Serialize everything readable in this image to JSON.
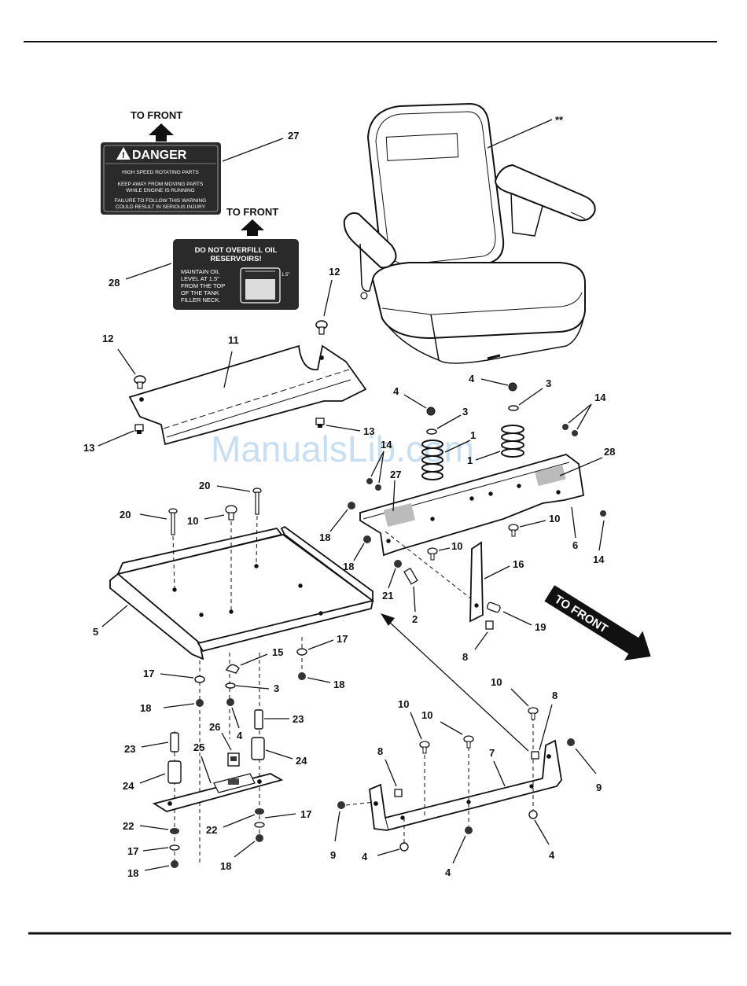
{
  "diagram": {
    "front_arrows": [
      "TO FRONT",
      "TO FRONT",
      "TO FRONT"
    ],
    "decal_danger": {
      "heading": "DANGER",
      "lines": [
        "HIGH SPEED ROTATING PARTS",
        "KEEP AWAY FROM MOVING PARTS",
        "WHILE ENGINE IS RUNNING",
        "FAILURE TO FOLLOW THIS WARNING",
        "COULD RESULT IN SERIOUS INJURY"
      ]
    },
    "decal_oil": {
      "heading_lines": [
        "DO NOT OVERFILL OIL",
        "RESERVOIRS!"
      ],
      "lines": [
        "MAINTAIN OIL",
        "LEVEL AT 1.5\"",
        "FROM THE TOP",
        "OF THE TANK",
        "FILLER NECK."
      ],
      "dimension": "1.5\""
    },
    "watermark": "ManualsLib.com",
    "callouts": {
      "seat": "**",
      "c27a": "27",
      "c28a": "28",
      "c12a": "12",
      "c12b": "12",
      "c11": "11",
      "c13a": "13",
      "c13b": "13",
      "c4a": "4",
      "c3a": "3",
      "c4b": "4",
      "c3b": "3",
      "c1a": "1",
      "c1b": "1",
      "c14a": "14",
      "c14b": "14",
      "c14c": "14",
      "c27b": "27",
      "c28b": "28",
      "c20a": "20",
      "c20b": "20",
      "c10a": "10",
      "c18a": "18",
      "c18b": "18",
      "c10b": "10",
      "c10c": "10",
      "c6": "6",
      "c21": "21",
      "c2": "2",
      "c16": "16",
      "c19": "19",
      "c8a": "8",
      "c5": "5",
      "c17a": "17",
      "c15": "15",
      "c17b": "17",
      "c3c": "3",
      "c18c": "18",
      "c18d": "18",
      "c23a": "23",
      "c26": "26",
      "c4c": "4",
      "c23b": "23",
      "c25": "25",
      "c24a": "24",
      "c24b": "24",
      "c10d": "10",
      "c8b": "8",
      "c10e": "10",
      "c10f": "10",
      "c8c": "8",
      "c7": "7",
      "c9a": "9",
      "c9b": "9",
      "c22a": "22",
      "c22b": "22",
      "c17c": "17",
      "c17d": "17",
      "c18e": "18",
      "c18f": "18",
      "c4d": "4",
      "c4e": "4",
      "c4f": "4"
    }
  }
}
